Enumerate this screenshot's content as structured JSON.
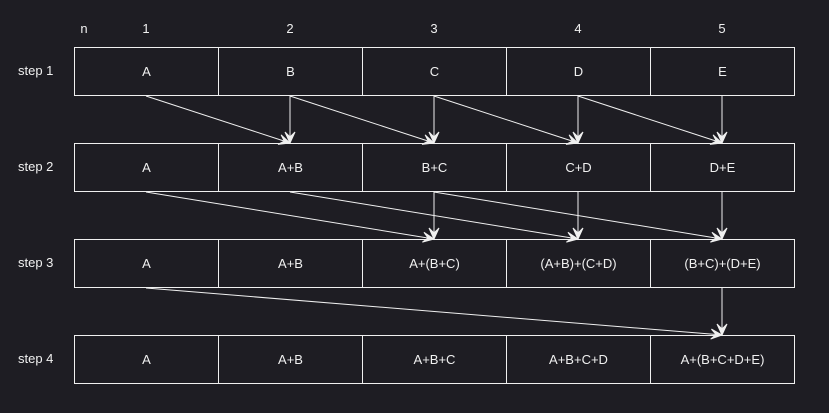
{
  "colors": {
    "background": "#1e1d23",
    "foreground": "#f0f0f0"
  },
  "header_n": "n",
  "columns": [
    "1",
    "2",
    "3",
    "4",
    "5"
  ],
  "rows": [
    {
      "label": "step 1",
      "cells": [
        "A",
        "B",
        "C",
        "D",
        "E"
      ]
    },
    {
      "label": "step 2",
      "cells": [
        "A",
        "A+B",
        "B+C",
        "C+D",
        "D+E"
      ]
    },
    {
      "label": "step 3",
      "cells": [
        "A",
        "A+B",
        "A+(B+C)",
        "(A+B)+(C+D)",
        "(B+C)+(D+E)"
      ]
    },
    {
      "label": "step 4",
      "cells": [
        "A",
        "A+B",
        "A+B+C",
        "A+B+C+D",
        "A+(B+C+D+E)"
      ]
    }
  ],
  "edges": [
    {
      "from_row": 0,
      "from_col": 0,
      "to_row": 1,
      "to_col": 1
    },
    {
      "from_row": 0,
      "from_col": 1,
      "to_row": 1,
      "to_col": 1
    },
    {
      "from_row": 0,
      "from_col": 1,
      "to_row": 1,
      "to_col": 2
    },
    {
      "from_row": 0,
      "from_col": 2,
      "to_row": 1,
      "to_col": 2
    },
    {
      "from_row": 0,
      "from_col": 2,
      "to_row": 1,
      "to_col": 3
    },
    {
      "from_row": 0,
      "from_col": 3,
      "to_row": 1,
      "to_col": 3
    },
    {
      "from_row": 0,
      "from_col": 3,
      "to_row": 1,
      "to_col": 4
    },
    {
      "from_row": 0,
      "from_col": 4,
      "to_row": 1,
      "to_col": 4
    },
    {
      "from_row": 1,
      "from_col": 0,
      "to_row": 2,
      "to_col": 2
    },
    {
      "from_row": 1,
      "from_col": 1,
      "to_row": 2,
      "to_col": 3
    },
    {
      "from_row": 1,
      "from_col": 2,
      "to_row": 2,
      "to_col": 2
    },
    {
      "from_row": 1,
      "from_col": 2,
      "to_row": 2,
      "to_col": 4
    },
    {
      "from_row": 1,
      "from_col": 3,
      "to_row": 2,
      "to_col": 3
    },
    {
      "from_row": 1,
      "from_col": 4,
      "to_row": 2,
      "to_col": 4
    },
    {
      "from_row": 2,
      "from_col": 0,
      "to_row": 3,
      "to_col": 4
    },
    {
      "from_row": 2,
      "from_col": 4,
      "to_row": 3,
      "to_col": 4
    }
  ]
}
